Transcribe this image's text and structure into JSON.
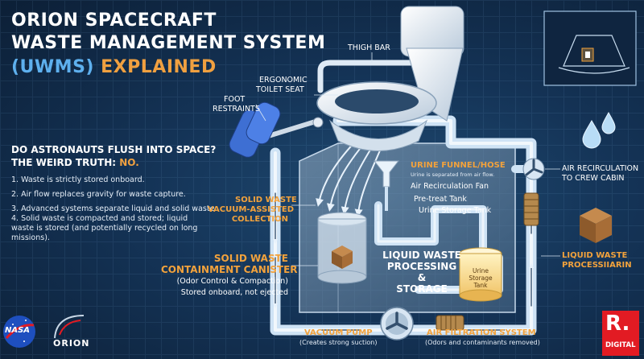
{
  "title": {
    "line1": "ORION SPACECRAFT",
    "line2": "WASTE MANAGEMENT SYSTEM",
    "line3_a": "(UWMS)",
    "line3_b": "EXPLAINED"
  },
  "question": {
    "line1": "DO ASTRONAUTS FLUSH INTO SPACE?",
    "line2_a": "THE WEIRD TRUTH:",
    "line2_b": "NO."
  },
  "points": [
    "1. Waste is strictly stored onboard.",
    "2. Air flow replaces gravity for waste capture.",
    "3. Advanced systems separate liquid and solid waste.",
    "4. Solid waste is compacted and stored; liquid waste is stored (and potentially recycled on long missions)."
  ],
  "labels": {
    "thigh_bar": "THIGH BAR",
    "ergonomic_seat_1": "ERGONOMIC",
    "ergonomic_seat_2": "TOILET SEAT",
    "foot_1": "FOOT",
    "foot_2": "RESTRAINTS",
    "urine_funnel": "URINE FUNNEL/HOSE",
    "urine_funnel_note": "Urine is separated from air flow.",
    "air_recirc_fan": "Air Recirculation Fan",
    "pretreat": "Pre-treat Tank",
    "urine_storage": "Urine Storage Tank",
    "solid_vac_1": "SOLID WASTE",
    "solid_vac_2": "VACUUM-ASSISTED",
    "solid_vac_3": "COLLECTION",
    "canister_1": "SOLID WASTE",
    "canister_2": "CONTAINMENT CANISTER",
    "canister_note": "(Odor Control & Compaction)",
    "canister_note2": "Stored onboard, not ejected",
    "liquid_proc_1": "LIQUID WASTE",
    "liquid_proc_2": "PROCESSING &",
    "liquid_proc_3": "STORAGE",
    "tank_1": "Urine",
    "tank_2": "Storage",
    "tank_3": "Tank",
    "air_recirc_1": "AIR RECIRCULATION",
    "air_recirc_2": "TO CREW CABIN",
    "liquid_waste_1": "LIQUID WASTE",
    "liquid_waste_2": "PROCESSIIARIN",
    "vacuum_pump": "VACUUM PUMP",
    "vacuum_pump_note": "(Creates strong suction)",
    "air_filter": "AIR FILTRATION SYSTEM",
    "air_filter_note": "(Odors and contaminants removed)"
  },
  "logos": {
    "nasa": "NASA",
    "orion": "ORION",
    "republic_r": "R.",
    "republic_digital": "DIGITAL"
  },
  "colors": {
    "background": "#143356",
    "accent_orange": "#f2a23c",
    "accent_blue": "#5eb0ee",
    "pipe": "#cfe3f5",
    "republic_red": "#e21b23"
  },
  "icons": [
    "water-drops-icon",
    "fan-icon",
    "funnel-icon",
    "box-icon",
    "capsule-icon"
  ]
}
